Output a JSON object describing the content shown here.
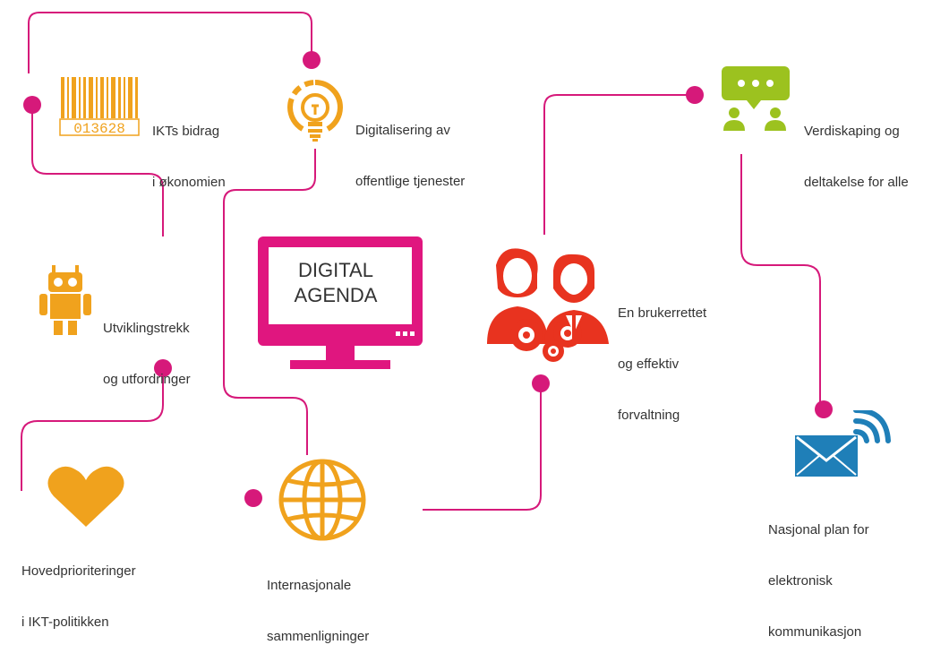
{
  "center": {
    "line1": "DIGITAL",
    "line2": "AGENDA"
  },
  "topics": {
    "ikt_bidrag": {
      "line1": "IKTs bidrag",
      "line2": "i økonomien",
      "barcode_number": "013628"
    },
    "digitalisering": {
      "line1": "Digitalisering av",
      "line2": "offentlige tjenester"
    },
    "verdiskaping": {
      "line1": "Verdiskaping og",
      "line2": "deltakelse for alle"
    },
    "utvikling": {
      "line1": "Utviklingstrekk",
      "line2": "og utfordringer"
    },
    "brukerrettet": {
      "line1": "En brukerrettet",
      "line2": "og effektiv",
      "line3": "forvaltning"
    },
    "hovedprioriteringer": {
      "line1": "Hovedprioriteringer",
      "line2": "i IKT-politikken"
    },
    "internasjonale": {
      "line1": "Internasjonale",
      "line2": "sammenligninger"
    },
    "nasjonal_plan": {
      "line1": "Nasjonal plan for",
      "line2": "elektronisk",
      "line3": "kommunikasjon"
    }
  },
  "colors": {
    "connector": "#d6197a",
    "monitor": "#e0167f",
    "orange": "#f0a21d",
    "green": "#9cc21f",
    "red": "#e8331f",
    "blue": "#1f7fb8"
  }
}
